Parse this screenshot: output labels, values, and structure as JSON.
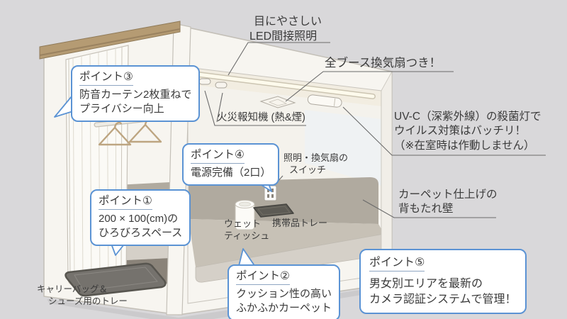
{
  "colors": {
    "background": "#d9d8da",
    "accent-blue": "#5b93d4",
    "title-underline": "#8fa6c2",
    "text-dark": "#3a3a3a",
    "booth-white": "#f7f5f0",
    "carpet-gray": "#c7c1b6",
    "backrest-gray": "#b0aa9f",
    "wood-brown": "#b59b73",
    "tray-dark": "#75726d"
  },
  "callouts": [
    {
      "title": "ポイント③",
      "lines": [
        "防音カーテン2枚重ねで",
        "プライバシー向上"
      ]
    },
    {
      "title": "ポイント④",
      "lines": [
        "電源完備（2口）"
      ]
    },
    {
      "title": "ポイント①",
      "lines": [
        "200 × 100(cm)の",
        "ひろびろスペース"
      ]
    },
    {
      "title": "ポイント②",
      "lines": [
        "クッション性の高い",
        "ふかふかカーペット"
      ]
    },
    {
      "title": "ポイント⑤",
      "lines": [
        "男女別エリアを最新の",
        "カメラ認証システムで管理！"
      ]
    }
  ],
  "labels": {
    "led_lighting": {
      "line1": "目にやさしい",
      "line2": "LED間接照明"
    },
    "vent_fan": "全ブース換気扇つき！",
    "fire_alarm": "火災報知機 (熱&煙)",
    "uvc": {
      "line1": "UV-C（深紫外線）の殺菌灯で",
      "line2": "ウイルス対策はバッチリ！",
      "line3": "（※在室時は作動しません）"
    },
    "switch": {
      "line1": "照明・換気扇の",
      "line2": "スイッチ"
    },
    "wet_tissue": {
      "line1": "ウェット",
      "line2": "ティッシュ"
    },
    "mobile_tray": "携帯品トレー",
    "backrest": {
      "line1": "カーペット仕上げの",
      "line2": "背もたれ壁"
    },
    "floor_tray": {
      "line1": "キャリーバッグ＆",
      "line2": "シューズ用のトレー"
    }
  }
}
